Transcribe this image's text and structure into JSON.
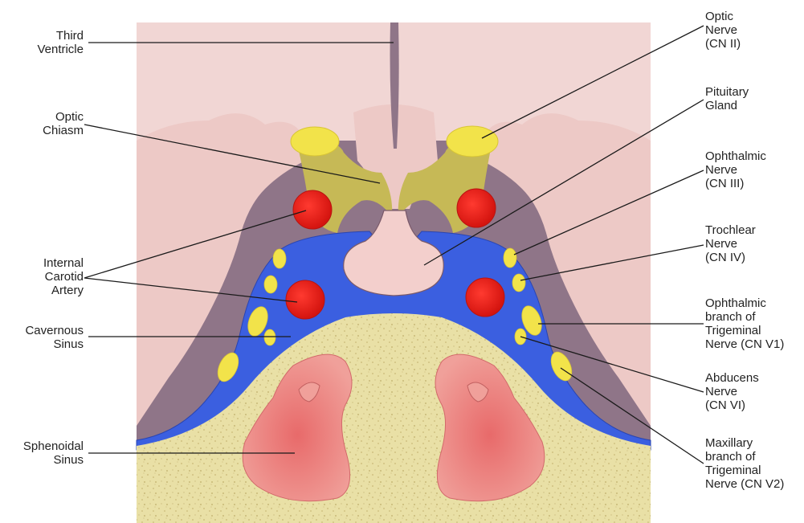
{
  "colors": {
    "background": "#ffffff",
    "brain_tissue": "#edc9c6",
    "upper_tissue": "#f1d6d4",
    "pituitary": "#f3cfcc",
    "optic_tract": "#c6b956",
    "optic_nerve": "#f2e34a",
    "artery": "#e8221d",
    "cavernous_sinus": "#3b5fe0",
    "cranial_nerves": "#f2e34a",
    "bone": "#e9e0a6",
    "sphenoidal_sinus": "#ec8d8a",
    "cavity_shadow": "#8f7588",
    "leader_line": "#1a1a1a",
    "label_text": "#222222"
  },
  "labels": {
    "third_ventricle": "Third\nVentricle",
    "optic_chiasm": "Optic\nChiasm",
    "internal_carotid_artery": "Internal\nCarotid\nArtery",
    "cavernous_sinus": "Cavernous\nSinus",
    "sphenoidal_sinus": "Sphenoidal\nSinus",
    "optic_nerve": "Optic\nNerve\n(CN II)",
    "pituitary_gland": "Pituitary\nGland",
    "ophthalmic_nerve": "Ophthalmic\nNerve\n(CN III)",
    "trochlear_nerve": "Trochlear\nNerve\n(CN IV)",
    "trigeminal_v1": "Ophthalmic\nbranch of\nTrigeminal\nNerve (CN V1)",
    "abducens_nerve": "Abducens\nNerve\n(CN VI)",
    "trigeminal_v2": "Maxillary\nbranch of\nTrigeminal\nNerve (CN V2)"
  }
}
